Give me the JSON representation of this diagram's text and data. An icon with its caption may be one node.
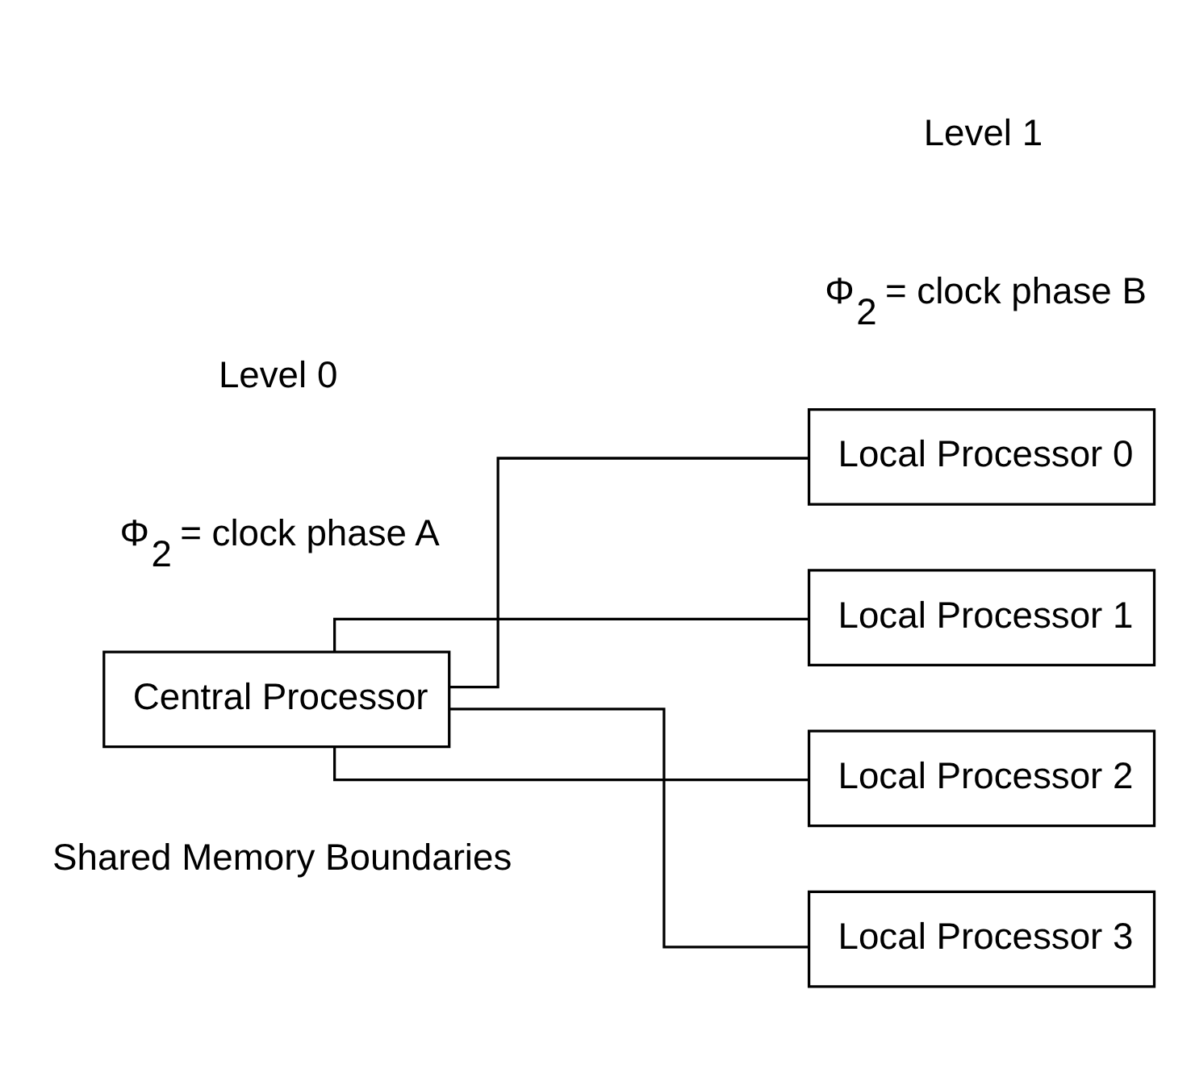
{
  "diagram": {
    "nodes": [
      {
        "text": [
          "Central Processor"
        ]
      },
      {
        "text": [
          "Local Processor 0"
        ]
      },
      {
        "text": [
          "Local Processor 1"
        ]
      },
      {
        "text": [
          "Local Processor 2"
        ]
      },
      {
        "text": [
          "Local Processor 3"
        ]
      }
    ],
    "edges": [
      {
        "from": 0,
        "to": 1,
        "arrow": "none"
      },
      {
        "from": 0,
        "to": 2,
        "arrow": "none"
      },
      {
        "from": 0,
        "to": 3,
        "arrow": "none"
      },
      {
        "from": 0,
        "to": 4,
        "arrow": "none"
      }
    ],
    "labels": [
      "Level 0",
      "Φ$_{2}$ = clock phase A",
      "Level 1",
      "Φ$_{2}$ = clock phase B",
      "Shared Memory Boundaries"
    ]
  }
}
